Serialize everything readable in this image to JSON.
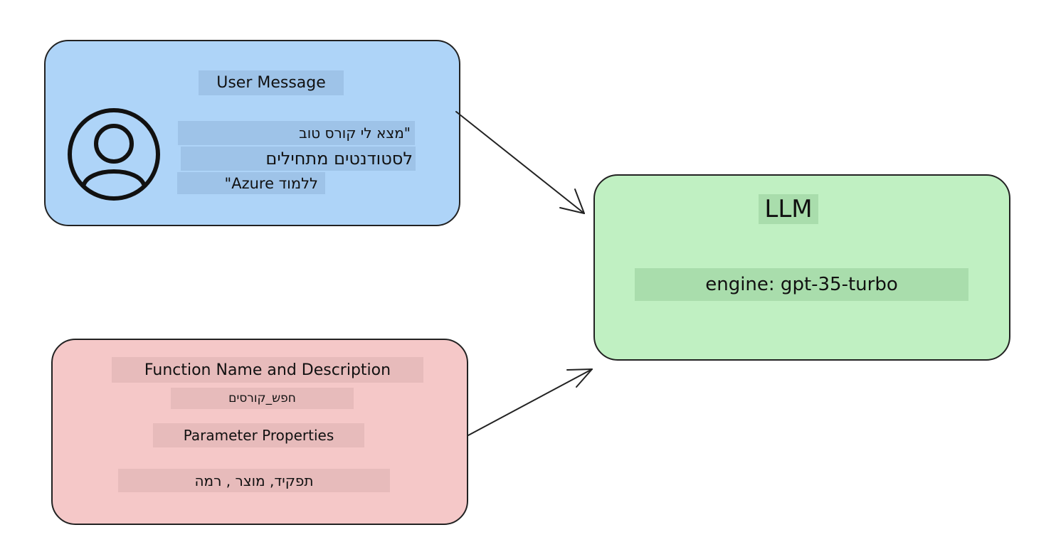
{
  "user_message": {
    "title": "User Message",
    "lines": [
      "\"מצא לי קורס טוב",
      "לסטודנטים מתחילים",
      "ללמוד Azure\""
    ]
  },
  "llm": {
    "title": "LLM",
    "engine": "engine: gpt-35-turbo"
  },
  "function": {
    "title": "Function Name and Description",
    "name": "חפש_קורסים",
    "params_title": "Parameter Properties",
    "params": "תפקיד, מוצר , רמה"
  },
  "colors": {
    "user_box": "#aed4f8",
    "llm_box": "#c0f0c2",
    "function_box": "#f5c8c8",
    "border": "#222222"
  },
  "icons": [
    "user-avatar-icon",
    "arrow-right-icon"
  ]
}
